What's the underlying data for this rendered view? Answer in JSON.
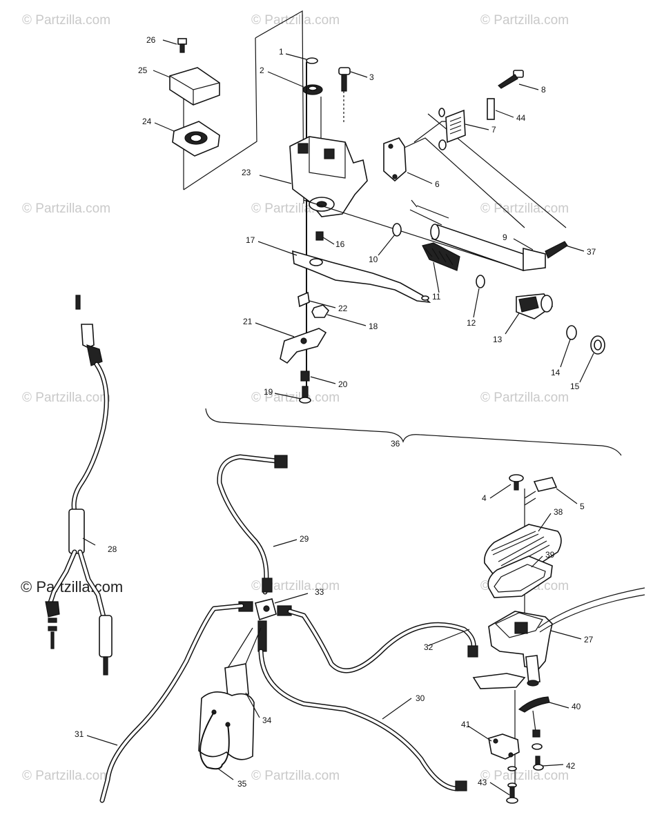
{
  "watermark": "© Partzilla.com",
  "watermark_dark": "© Partzilla.com",
  "labels": {
    "l1": "1",
    "l2": "2",
    "l3": "3",
    "l4": "4",
    "l5": "5",
    "l6": "6",
    "l7": "7",
    "l8": "8",
    "l9": "9",
    "l10": "10",
    "l11": "11",
    "l12": "12",
    "l13": "13",
    "l14": "14",
    "l15": "15",
    "l16": "16",
    "l17": "17",
    "l18": "18",
    "l19": "19",
    "l20": "20",
    "l21": "21",
    "l22": "22",
    "l23": "23",
    "l24": "24",
    "l25": "25",
    "l26": "26",
    "l27": "27",
    "l28": "28",
    "l29": "29",
    "l30": "30",
    "l31": "31",
    "l32": "32",
    "l33": "33",
    "l34": "34",
    "l35": "35",
    "l36": "36",
    "l37": "37",
    "l38": "38",
    "l39": "39",
    "l40": "40",
    "l41": "41",
    "l42": "42",
    "l43": "43",
    "l44": "44"
  }
}
